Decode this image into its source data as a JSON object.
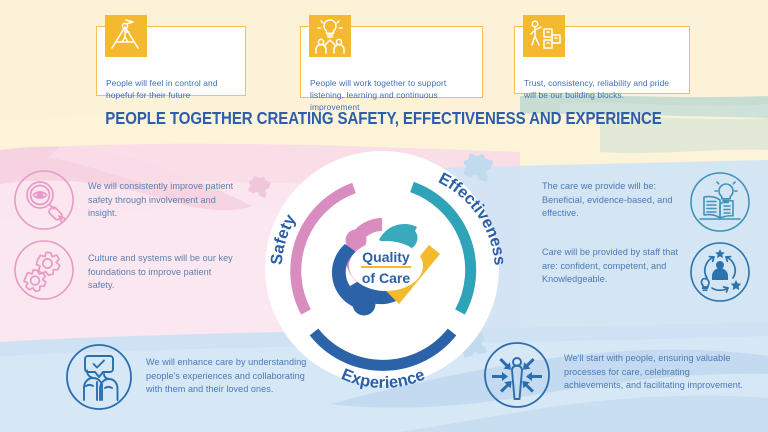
{
  "title": "PEOPLE TOGETHER CREATING SAFETY, EFFECTIVENESS AND EXPERIENCE",
  "colors": {
    "cream": "#fcf3da",
    "pale_yellow": "#fdf6e3",
    "pink_band": "#fbe3ec",
    "pink_band_light": "#fdeef3",
    "blue_band": "#cfe2f3",
    "blue_band_light": "#dcebf7",
    "teal_band": "#bcd8cf",
    "gold": "#f5b930",
    "title_blue": "#2d5eac",
    "body_blue": "#4a7ab5",
    "arc_pink": "#d98cbf",
    "arc_teal": "#2fa3b8",
    "arc_blue": "#2b62a8",
    "logo_pink": "#d98cbf",
    "logo_teal": "#3ba9bd",
    "logo_blue": "#2b62a8",
    "logo_yellow": "#f4b92c",
    "icon_pink": "#e191c0",
    "icon_blue": "#1f5fa8",
    "icon_teal": "#3f94b8",
    "puzzle": "#c6dced"
  },
  "top_cards": [
    {
      "id": "card-control",
      "icon": "person-on-peak-icon",
      "text": "People will feel in control and hopeful for their future"
    },
    {
      "id": "card-together",
      "icon": "lightbulb-people-icon",
      "text": "People will work together to support listening, learning and continuous improvement"
    },
    {
      "id": "card-trust",
      "icon": "person-building-blocks-icon",
      "text": "Trust, consistency, reliability and pride will be our building blocks."
    }
  ],
  "left_blocks": [
    {
      "id": "block-safety-improve",
      "icon": "magnifier-eye-icon",
      "text": "We will consistently improve patient safety through involvement and insight."
    },
    {
      "id": "block-culture-systems",
      "icon": "gears-icon",
      "text": "Culture and systems will be our key foundations to improve patient safety."
    }
  ],
  "right_blocks": [
    {
      "id": "block-care-beneficial",
      "icon": "book-lightbulb-icon",
      "text": "The care we provide will be: Beneficial, evidence-based, and effective."
    },
    {
      "id": "block-staff-confident",
      "icon": "staff-development-icon",
      "text": "Care will be provided by staff that are: confident, competent, and Knowledgeable."
    }
  ],
  "bottom_blocks": [
    {
      "id": "block-enhance-care",
      "icon": "two-people-check-icon",
      "text": "We will enhance care by understanding people's experiences and collaborating with them and their loved ones."
    },
    {
      "id": "block-start-with-people",
      "icon": "person-arrows-icon",
      "text": "We'll start with people, ensuring valuable processes for care, celebrating achievements, and facilitating improvement."
    }
  ],
  "wheel": {
    "center_line1": "Quality",
    "center_line2": "of Care",
    "arcs": [
      {
        "id": "arc-safety",
        "label": "Safety",
        "color": "#d98cbf"
      },
      {
        "id": "arc-effectiveness",
        "label": "Effectiveness",
        "color": "#2fa3b8"
      },
      {
        "id": "arc-experience",
        "label": "Experience",
        "color": "#2b62a8"
      }
    ]
  }
}
